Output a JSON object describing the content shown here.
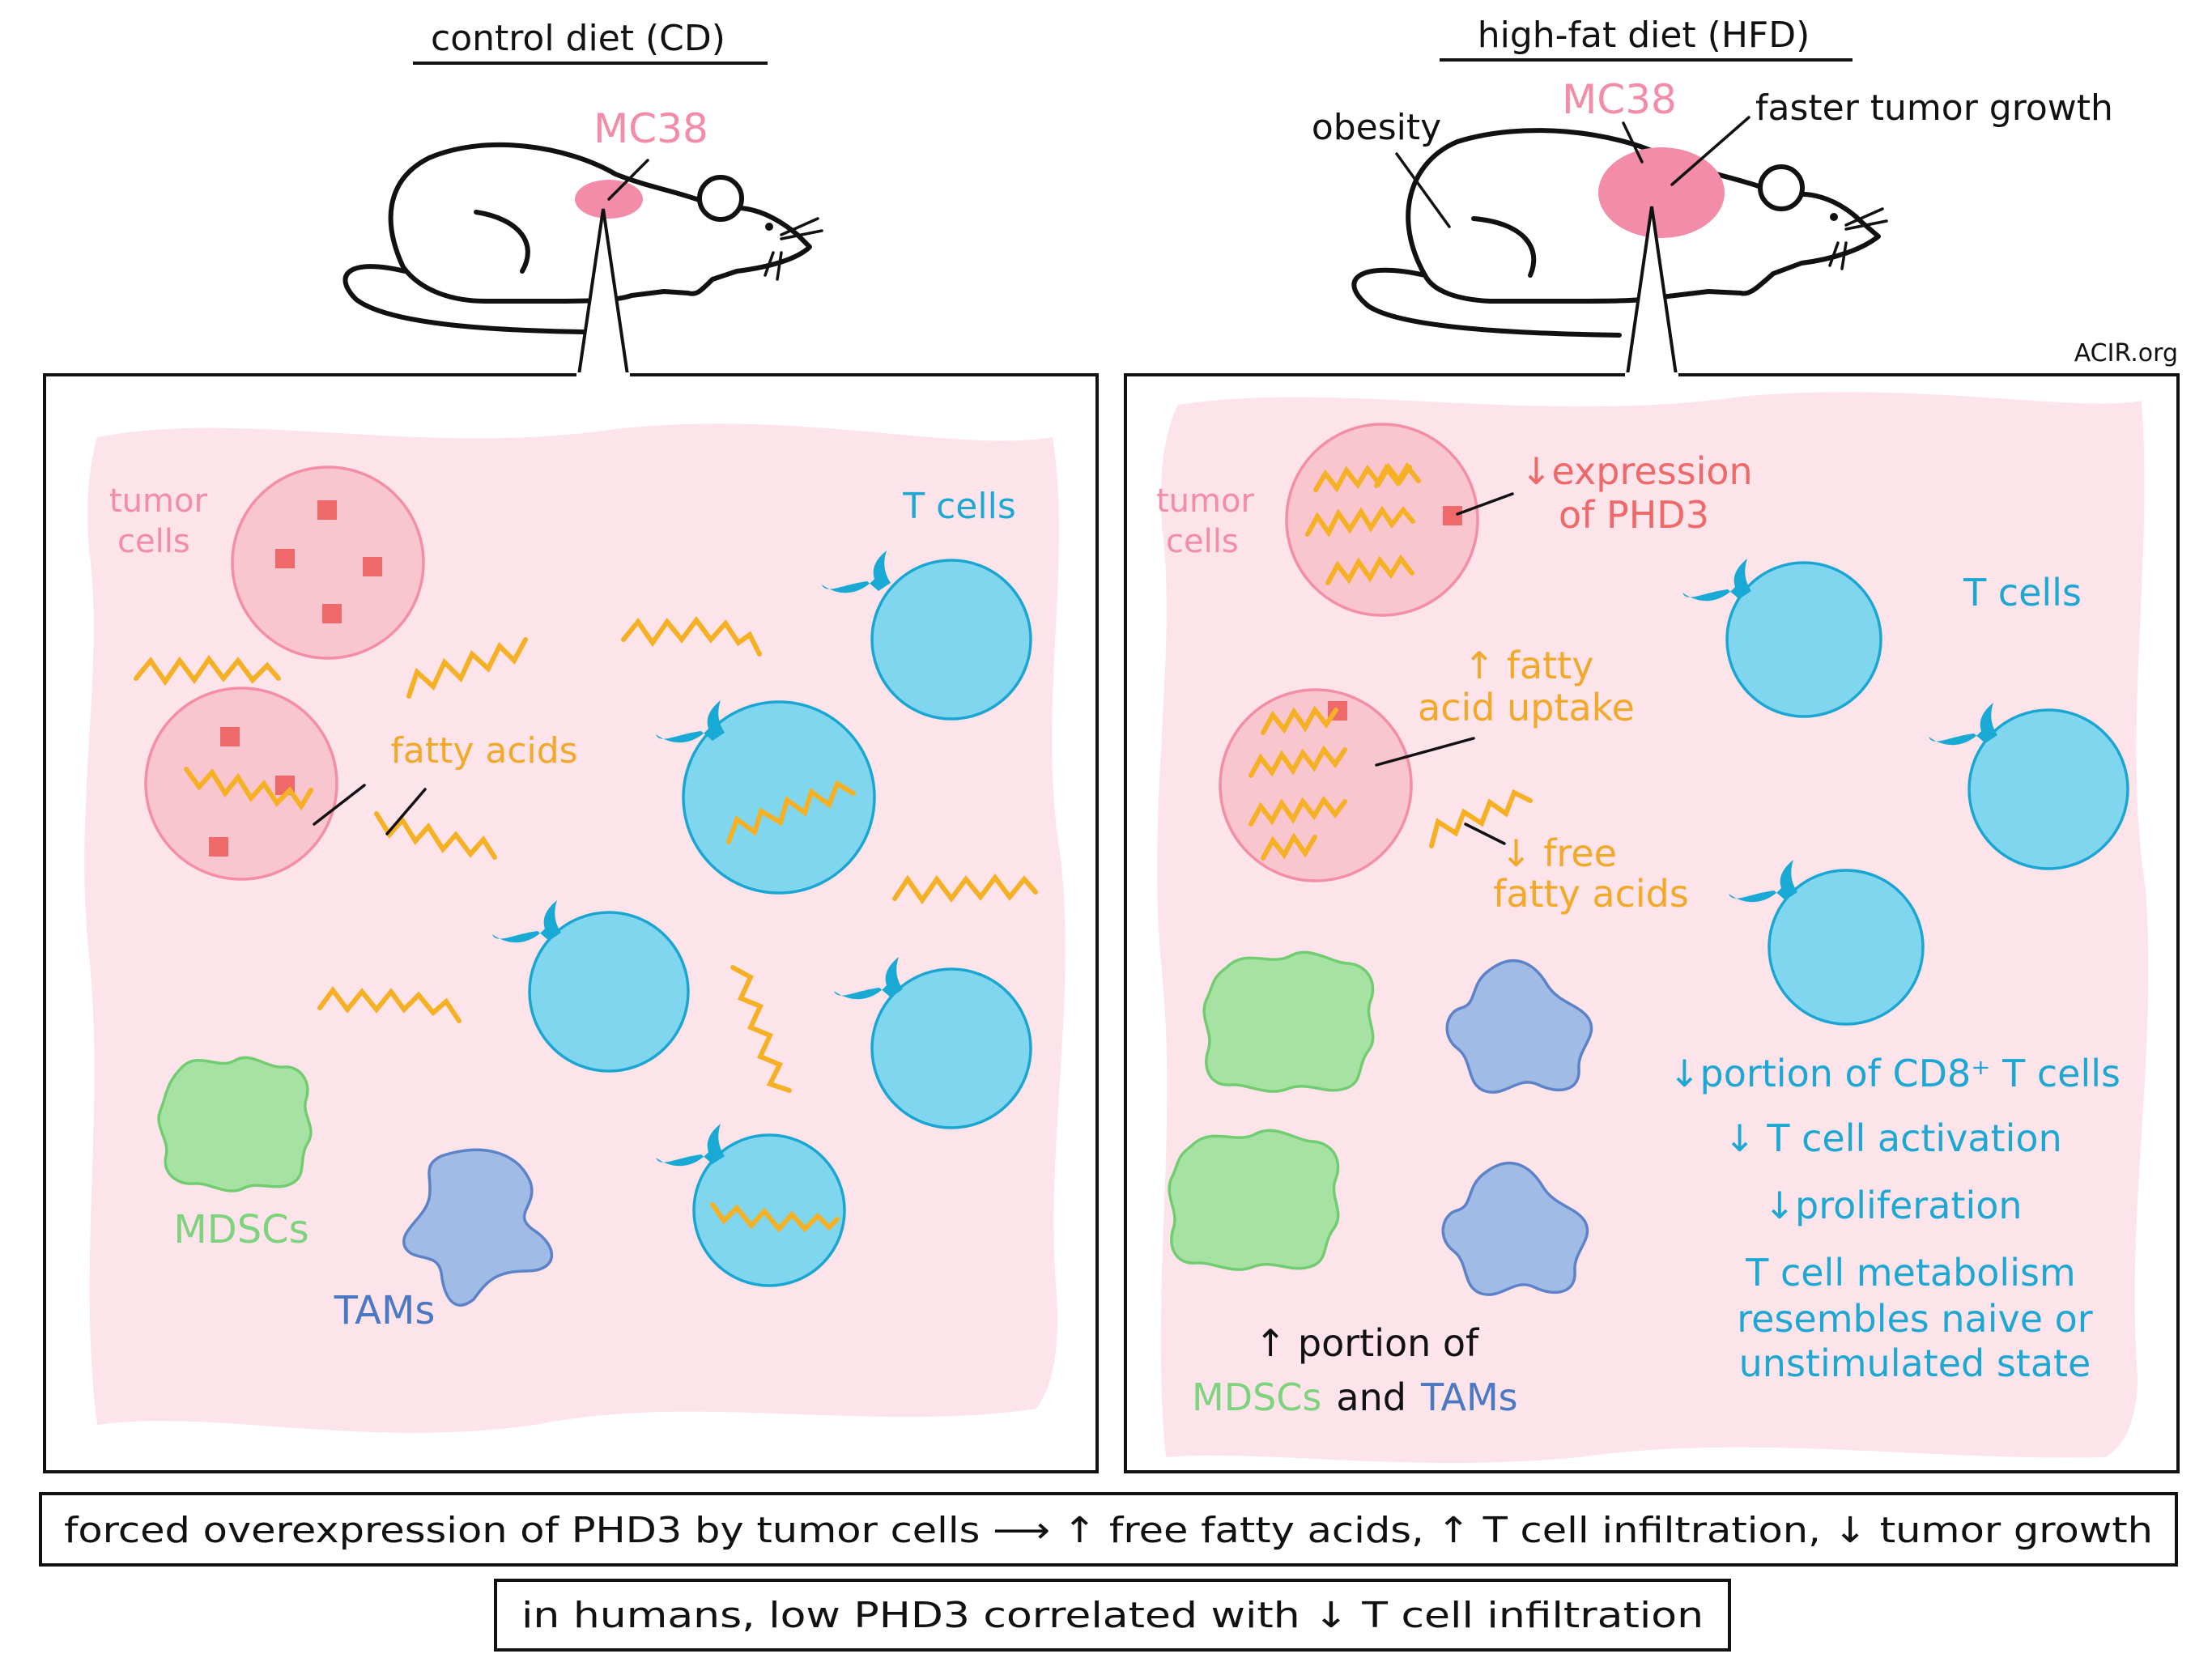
{
  "colors": {
    "background_tissue": "#fde3ea",
    "tumor_cell": "#f9c5cf",
    "phd3_marker": "#ee6a6a",
    "fatty_acid": "#f6b024",
    "t_cell": "#7fd6ee",
    "mdsc": "#a6e3a2",
    "tam": "#9fbbe6"
  },
  "left": {
    "title": "control diet (CD)",
    "mouse_label": "MC38",
    "tumor_cells": [
      "tumor",
      "cells"
    ],
    "t_cells": "T cells",
    "fatty_acids": "fatty acids",
    "mdscs": "MDSCs",
    "tams": "TAMs"
  },
  "right": {
    "title": "high-fat diet (HFD)",
    "mouse_label": "MC38",
    "obesity": "obesity",
    "faster_growth": "faster tumor growth",
    "tumor_cells": [
      "tumor",
      "cells"
    ],
    "expression": [
      "↓expression",
      "of PHD3"
    ],
    "t_cells": "T cells",
    "uptake": [
      "↑ fatty",
      "acid uptake"
    ],
    "free_fa": [
      "↓ free",
      "fatty acids"
    ],
    "cd8": "↓portion of CD8⁺ T cells",
    "activation": "↓ T cell  activation",
    "proliferation": "↓proliferation",
    "metabolism": [
      "T cell metabolism",
      "resembles naive or",
      "unstimulated state"
    ],
    "portion_line1": "↑ portion of",
    "portion_mdscs": "MDSCs",
    "portion_and": "and",
    "portion_tams": "TAMs"
  },
  "credit": "ACIR.org",
  "bottom": {
    "line1": "forced overexpression  of  PHD3  by tumor cells ⟶ ↑ free  fatty acids, ↑ T cell  infiltration, ↓ tumor growth",
    "line2": "in  humans,  low  PHD3  correlated  with  ↓ T cell  infiltration"
  }
}
